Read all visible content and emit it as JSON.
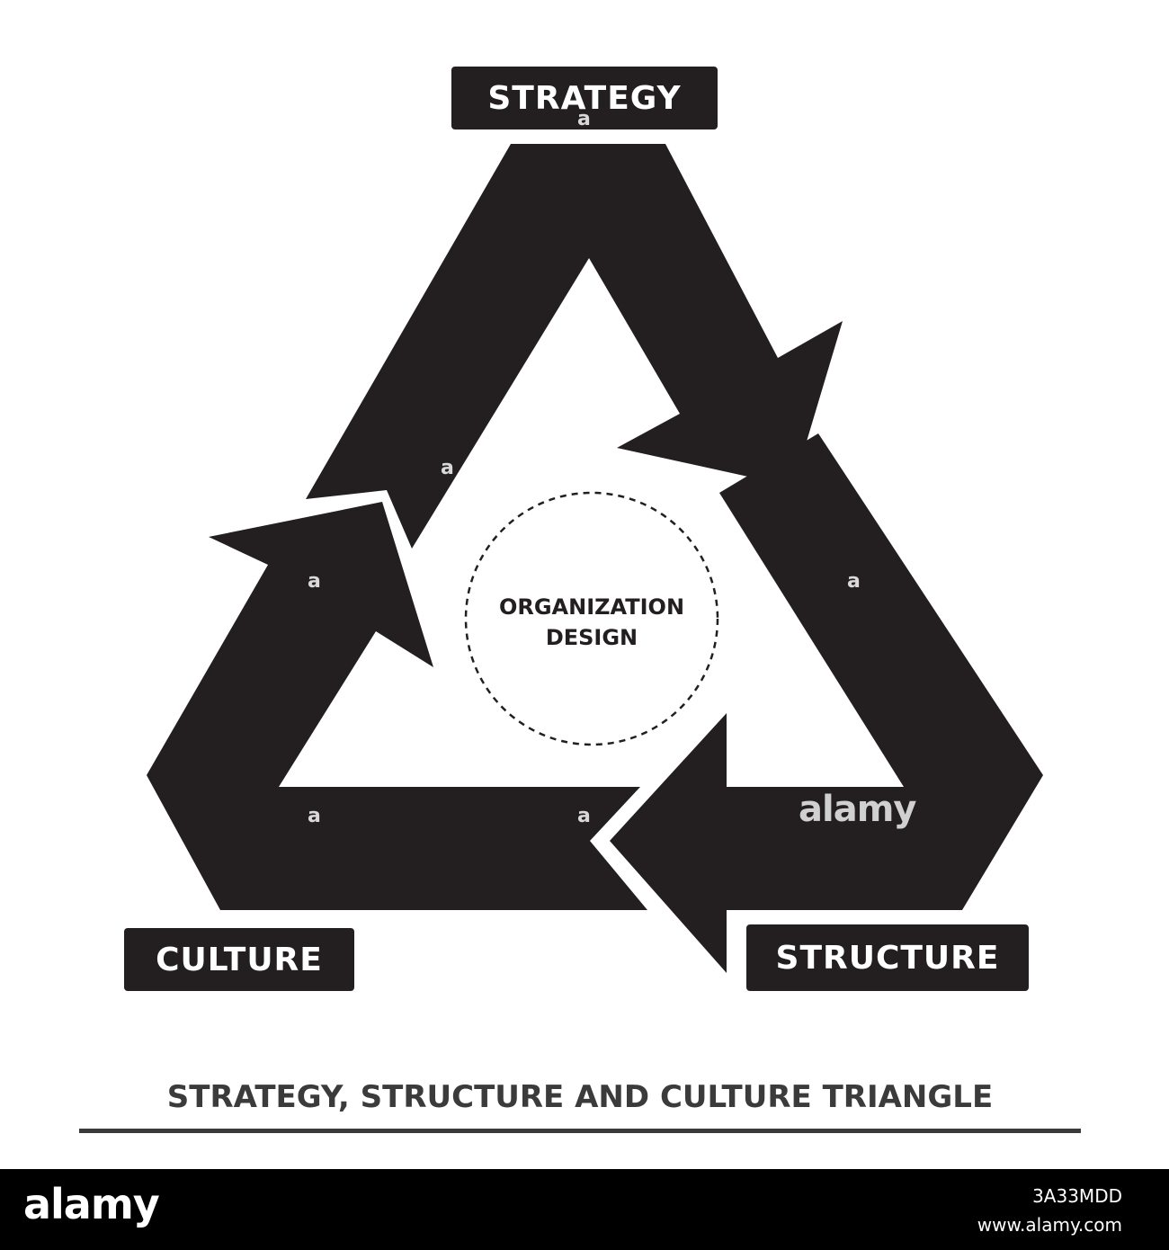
{
  "labels": {
    "strategy": "STRATEGY",
    "culture": "CULTURE",
    "structure": "STRUCTURE"
  },
  "center": {
    "line1": "ORGANIZATION",
    "line2": "DESIGN"
  },
  "caption": "STRATEGY, STRUCTURE AND CULTURE TRIANGLE",
  "watermark": {
    "mark": "a",
    "brand": "alamy"
  },
  "footer": {
    "logo": "alamy",
    "image_id": "3A33MDD",
    "url": "www.alamy.com"
  },
  "colors": {
    "arrow": "#231f20",
    "background": "#ffffff",
    "caption": "#3b3b3b",
    "footer": "#000000"
  },
  "icons": [
    "cycle-arrow-icon",
    "dashed-circle"
  ]
}
